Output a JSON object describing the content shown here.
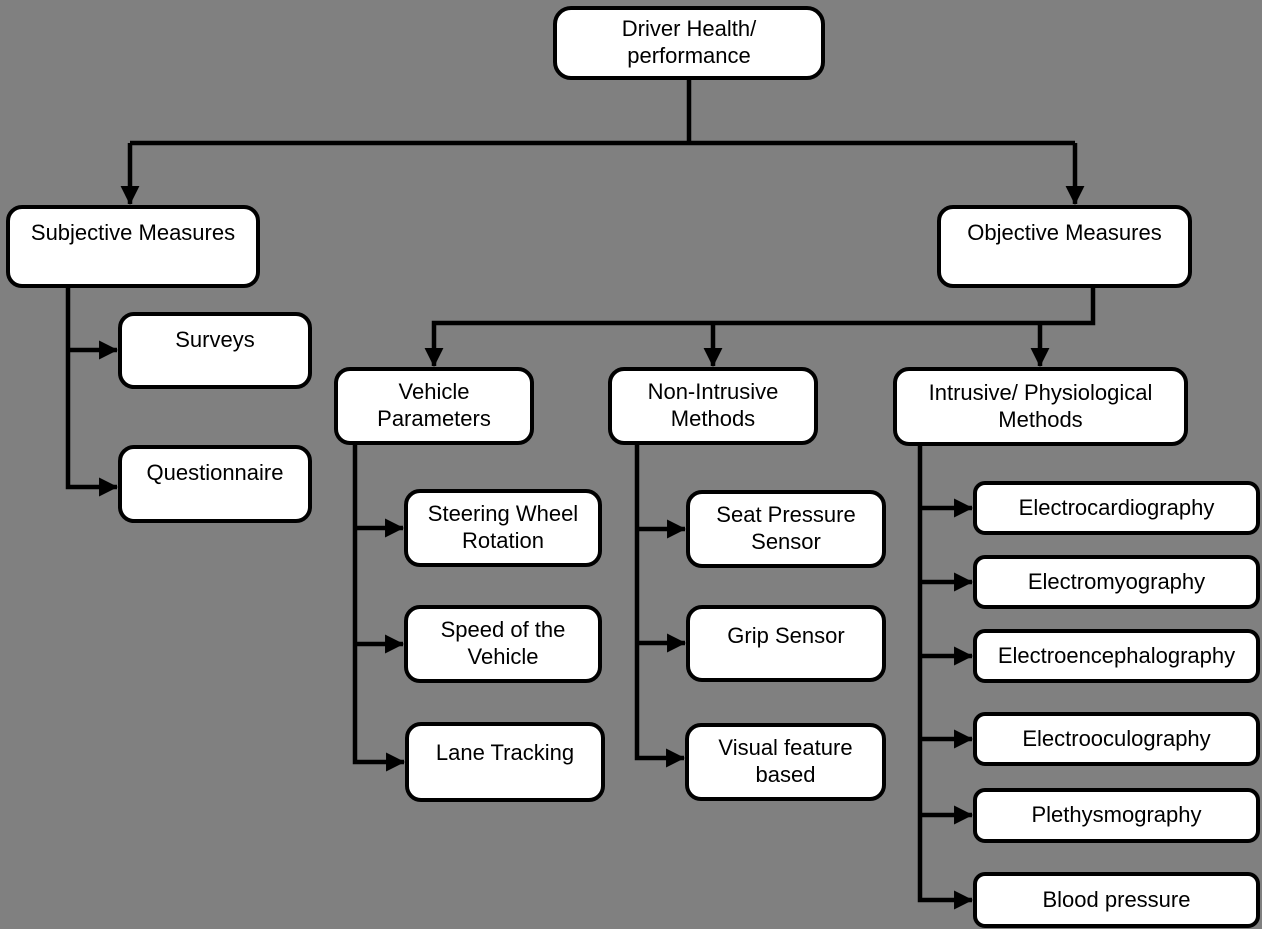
{
  "diagram_title": "Driver Health/performance measurement methods flowchart",
  "colors": {
    "background": "#808080",
    "box_fill": "#ffffff",
    "box_border": "#000000",
    "connector": "#000000",
    "text": "#000000"
  },
  "nodes": {
    "root": {
      "lines": [
        "Driver Health/",
        "performance"
      ]
    },
    "subjective": {
      "lines": [
        "Subjective Measures"
      ]
    },
    "objective": {
      "lines": [
        "Objective Measures"
      ]
    },
    "surveys": {
      "lines": [
        "Surveys"
      ]
    },
    "questionnaire": {
      "lines": [
        "Questionnaire"
      ]
    },
    "vehicle_parameters": {
      "lines": [
        "Vehicle",
        "Parameters"
      ]
    },
    "non_intrusive": {
      "lines": [
        "Non-Intrusive",
        "Methods"
      ]
    },
    "intrusive": {
      "lines": [
        "Intrusive/ Physiological",
        "Methods"
      ]
    },
    "steering": {
      "lines": [
        "Steering Wheel",
        "Rotation"
      ]
    },
    "speed": {
      "lines": [
        "Speed of the",
        "Vehicle"
      ]
    },
    "lane": {
      "lines": [
        "Lane Tracking"
      ]
    },
    "seat": {
      "lines": [
        "Seat Pressure",
        "Sensor"
      ]
    },
    "grip": {
      "lines": [
        "Grip Sensor"
      ]
    },
    "visual": {
      "lines": [
        "Visual feature",
        "based"
      ]
    },
    "ecg": {
      "lines": [
        "Electrocardiography"
      ]
    },
    "emg": {
      "lines": [
        "Electromyography"
      ]
    },
    "eeg": {
      "lines": [
        "Electroencephalography"
      ]
    },
    "eog": {
      "lines": [
        "Electrooculography"
      ]
    },
    "plethysmography": {
      "lines": [
        "Plethysmography"
      ]
    },
    "blood_pressure": {
      "lines": [
        "Blood pressure"
      ]
    }
  }
}
